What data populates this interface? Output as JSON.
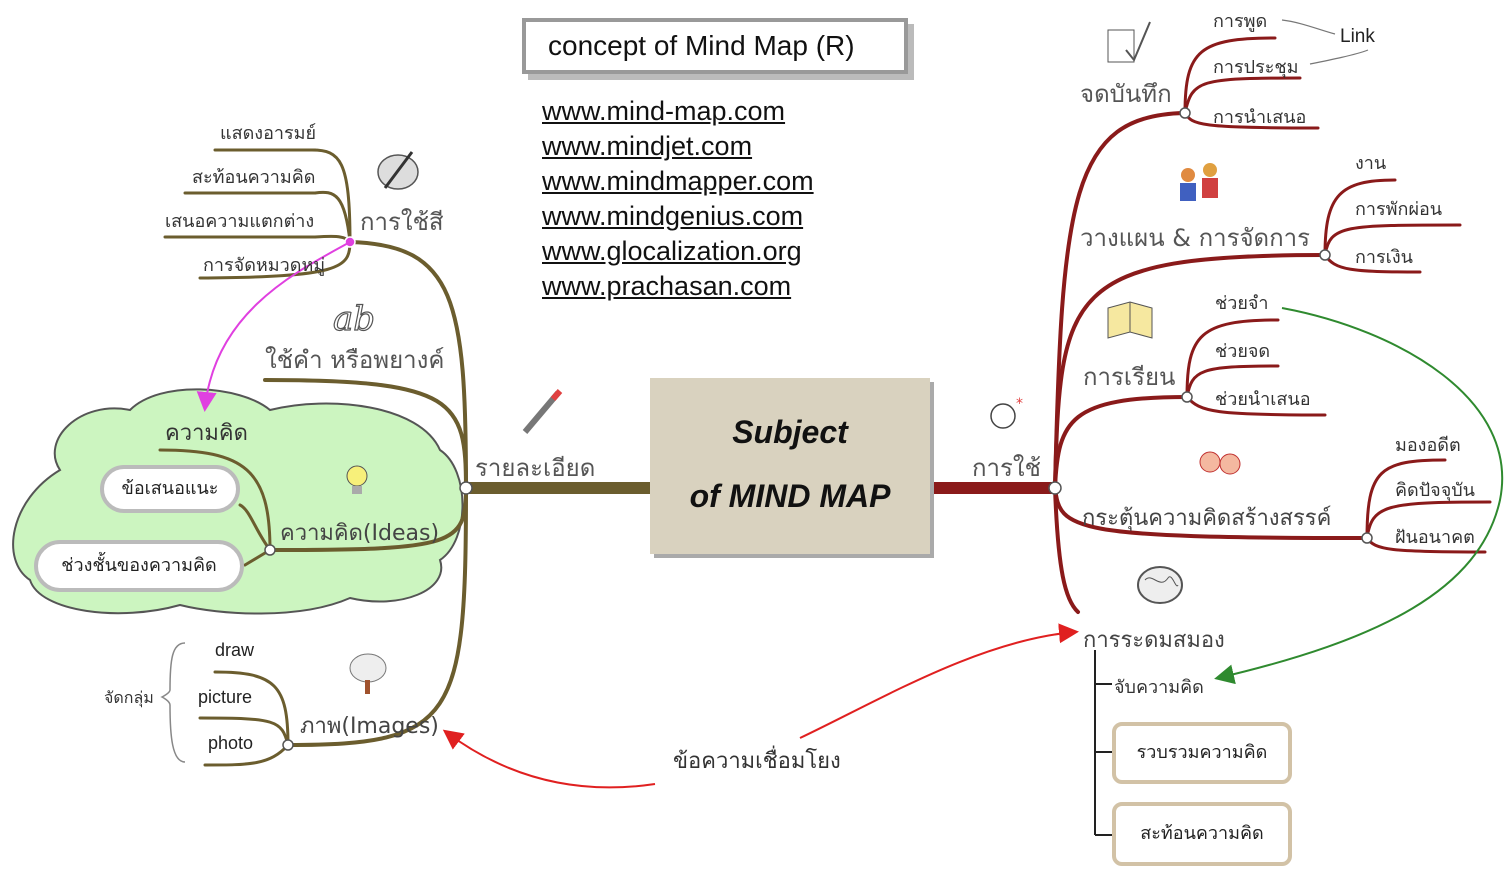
{
  "title": "concept of Mind Map (R)",
  "links": [
    "www.mind-map.com",
    "www.mindjet.com",
    "www.mindmapper.com",
    "www.mindgenius.com",
    "www.glocalization.org",
    "www.prachasan.com"
  ],
  "center": {
    "line1": "Subject",
    "line2": "of MIND MAP"
  },
  "left": {
    "branch": "รายละเอียด",
    "color_use": {
      "label": "การใช้สี",
      "items": [
        "แสดงอารมย์",
        "สะท้อนความคิด",
        "เสนอความแตกต่าง",
        "การจัดหมวดหมู่"
      ]
    },
    "words": "ใช้คำ หรือพยางค์",
    "ideas": {
      "label": "ความคิด(Ideas)",
      "items": [
        "ความคิด",
        "ข้อเสนอแนะ",
        "ช่วงชั้นของความคิด"
      ]
    },
    "images": {
      "label": "ภาพ(Images)",
      "items": [
        "draw",
        "picture",
        "photo"
      ],
      "group": "จัดกลุ่ม"
    }
  },
  "right": {
    "branch": "การใช้",
    "notes": {
      "label": "จดบันทึก",
      "items": [
        "การพูด",
        "การประชุม",
        "การนำเสนอ"
      ],
      "link": "Link"
    },
    "plan": {
      "label": "วางแผน & การจัดการ",
      "items": [
        "งาน",
        "การพักผ่อน",
        "การเงิน"
      ]
    },
    "learn": {
      "label": "การเรียน",
      "items": [
        "ช่วยจำ",
        "ช่วยจด",
        "ช่วยนำเสนอ"
      ]
    },
    "create": {
      "label": "กระตุ้นความคิดสร้างสรรค์",
      "items": [
        "มองอดีต",
        "คิดปัจจุบัน",
        "ฝันอนาคต"
      ]
    },
    "brainstorm": {
      "label": "การระดมสมอง",
      "items": [
        "จับความคิด",
        "รวบรวมความคิด",
        "สะท้อนความคิด"
      ]
    }
  },
  "connector": "ข้อความเชื่อมโยง",
  "colors": {
    "left_branch": "#6b5d2e",
    "right_branch": "#8a1a1a",
    "cloud": "#ccf5c0",
    "arrow_green": "#2f8a2f",
    "arrow_red": "#e02020",
    "arrow_magenta": "#e040e0"
  }
}
